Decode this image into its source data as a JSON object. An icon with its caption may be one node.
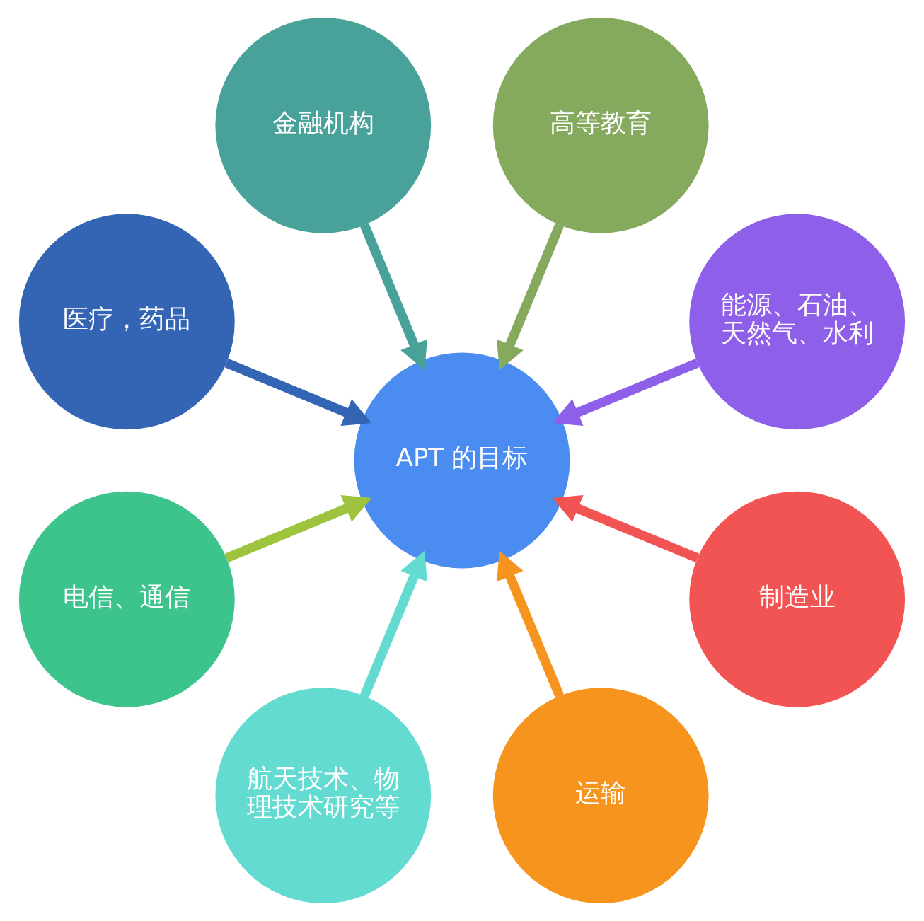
{
  "diagram": {
    "nodes": [
      {
        "text": [
          "能源、石油、天然气、水利"
        ]
      },
      {
        "text": [
          "高等教育"
        ]
      },
      {
        "text": [
          "金融机构"
        ]
      },
      {
        "text": [
          "医疗，药品"
        ]
      },
      {
        "text": [
          "APT 的目标"
        ]
      },
      {
        "text": [
          "电信、通信"
        ]
      },
      {
        "text": [
          "航天技术、物理技术研究等"
        ]
      },
      {
        "text": [
          "运输"
        ]
      },
      {
        "text": [
          "制造业"
        ]
      }
    ],
    "edges": [
      {
        "from": 0,
        "to": 4,
        "arrow": "to",
        "color": "#8e5fe8"
      },
      {
        "from": 2,
        "to": 4,
        "arrow": "to",
        "color": "#48a29a"
      },
      {
        "from": 5,
        "to": 4,
        "arrow": "to",
        "color": "#9ec33c"
      },
      {
        "from": 7,
        "to": 4,
        "arrow": "to",
        "color": "#f7941d"
      },
      {
        "from": 8,
        "to": 4,
        "arrow": "to",
        "color": "#f25353"
      },
      {
        "from": 6,
        "to": 4,
        "arrow": "to",
        "color": "#63dbd0"
      },
      {
        "from": 3,
        "to": 4,
        "arrow": "to",
        "color": "#3464b4"
      },
      {
        "from": 1,
        "to": 4,
        "arrow": "to",
        "color": "#85aa5e"
      }
    ]
  }
}
